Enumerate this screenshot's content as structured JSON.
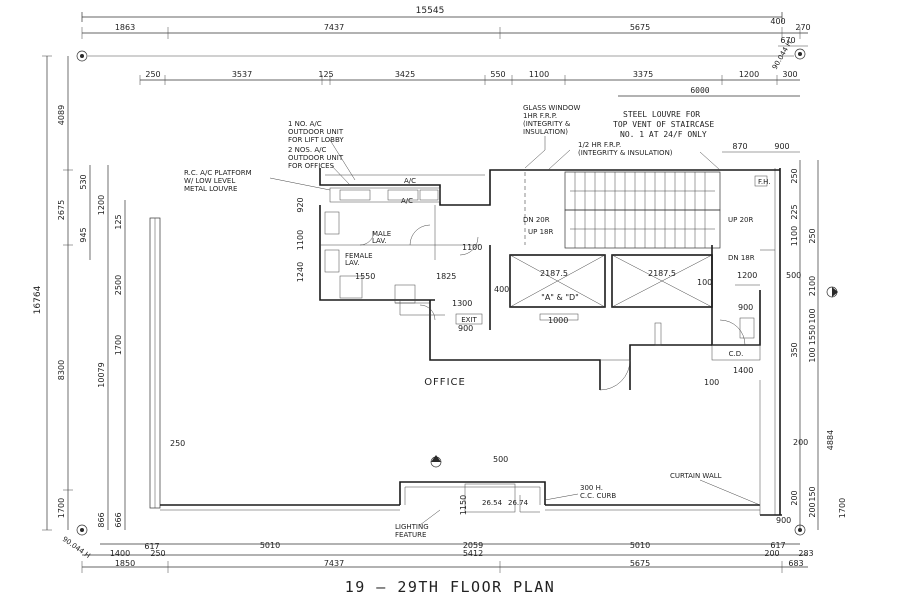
{
  "title": "19 – 29TH FLOOR PLAN",
  "room": "OFFICE",
  "dims_top": {
    "overall": "15545",
    "row2": [
      "1863",
      "7437",
      "5675",
      "400",
      "270"
    ],
    "right_small": [
      "670",
      "90.044 H"
    ],
    "row3": [
      "250",
      "3537",
      "125",
      "3425",
      "550",
      "1100",
      "3375",
      "1200",
      "300"
    ],
    "dim_6000": "6000",
    "dim_870_900": [
      "870",
      "900"
    ]
  },
  "dims_left": {
    "overall": "16764",
    "outer": [
      "4089",
      "2675",
      "8300",
      "1700"
    ],
    "mid": [
      "530",
      "1200",
      "945",
      "1240"
    ],
    "inner": [
      "920",
      "125",
      "1100",
      "2500",
      "1700",
      "10079",
      "866",
      "666"
    ]
  },
  "dims_bottom": {
    "row1": [
      "617",
      "5010",
      "2059",
      "5010",
      "617"
    ],
    "row2": [
      "1400",
      "250",
      "5412",
      "200",
      "283"
    ],
    "row3": [
      "1850",
      "7437",
      "5675",
      "683"
    ],
    "corner": "90.044 H"
  },
  "dims_right": [
    "250",
    "225",
    "1100",
    "250",
    "2100",
    "500",
    "100",
    "1550",
    "350",
    "100",
    "4884",
    "200",
    "1700",
    "150",
    "200"
  ],
  "annotations": {
    "ac_lift": [
      "1 NO. A/C",
      "OUTDOOR UNIT",
      "FOR LIFT LOBBY"
    ],
    "ac_office": [
      "2 NOS. A/C",
      "OUTDOOR UNIT",
      "FOR OFFICES"
    ],
    "rc_platform": [
      "R.C. A/C PLATFORM",
      "W/ LOW LEVEL",
      "METAL LOUVRE"
    ],
    "glass_window": [
      "GLASS WINDOW",
      "1HR F.R.P.",
      "(INTEGRITY &",
      "INSULATION)"
    ],
    "half_hr": [
      "1/2 HR F.R.P.",
      "(INTEGRITY & INSULATION)"
    ],
    "steel_louvre": [
      "STEEL LOUVRE FOR",
      "TOP VENT OF STAIRCASE",
      "NO. 1 AT 24/F ONLY"
    ],
    "curtain_wall": "CURTAIN WALL",
    "cc_curb": [
      "300 H.",
      "C.C. CURB"
    ],
    "lighting": [
      "LIGHTING",
      "FEATURE"
    ],
    "lift_group": "\"A\" & \"D\"",
    "exit": "EXIT",
    "fh": "F.H.",
    "cd": "C.D.",
    "male_lav": [
      "MALE",
      "LAV."
    ],
    "female_lav": [
      "FEMALE",
      "LAV."
    ],
    "ac": "A/C"
  },
  "stairs": {
    "dn1": "DN 20R",
    "up1": "UP 18R",
    "up2": "UP 20R",
    "dn2": "DN 18R"
  },
  "interior_dims": {
    "d1100": "1100",
    "d1550": "1550",
    "d1825": "1825",
    "d1300": "1300",
    "d900": "900",
    "d1000": "1000",
    "lift1": "2187.5",
    "lift2": "2187.5",
    "d400": "400",
    "d1200": "1200",
    "d100": "100",
    "d900b": "900",
    "d1400": "1400",
    "d100b": "100",
    "d250": "250",
    "d500": "500",
    "d200": "200",
    "d1150": "1150",
    "d900c": "900",
    "lv1": "26.54",
    "lv2": "26.74"
  }
}
